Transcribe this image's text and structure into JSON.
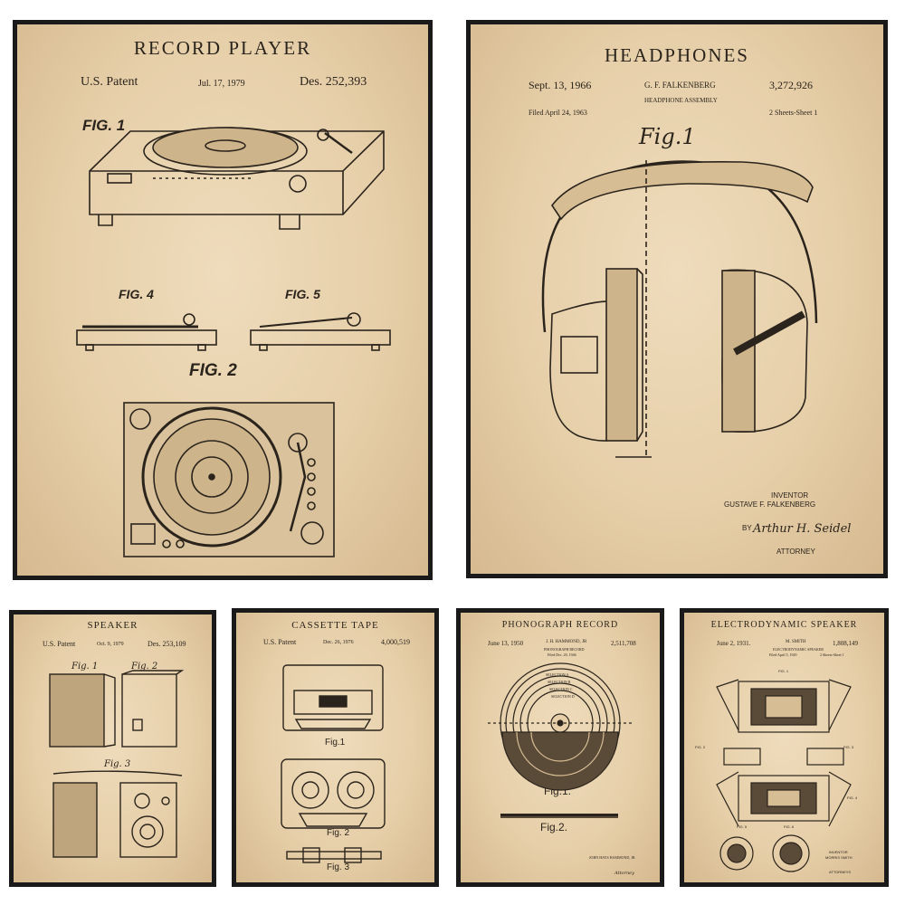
{
  "posters": {
    "record_player": {
      "title": "RECORD PLAYER",
      "patent_label": "U.S. Patent",
      "date": "Jul. 17, 1979",
      "number": "Des. 252,393",
      "fig1": "FIG. 1",
      "fig2": "FIG. 2",
      "fig4": "FIG. 4",
      "fig5": "FIG. 5"
    },
    "headphones": {
      "title": "HEADPHONES",
      "date": "Sept. 13, 1966",
      "inventor_line": "G. F. FALKENBERG",
      "number": "3,272,926",
      "subtitle": "HEADPHONE ASSEMBLY",
      "filed": "Filed April 24, 1963",
      "sheets": "2 Sheets-Sheet 1",
      "fig1": "Fig.1",
      "inventor_label": "INVENTOR",
      "inventor_name": "GUSTAVE F. FALKENBERG",
      "by": "BY",
      "signature": "Arthur H. Seidel",
      "attorney": "ATTORNEY"
    },
    "speaker": {
      "title": "SPEAKER",
      "patent_label": "U.S. Patent",
      "date": "Oct. 9, 1979",
      "number": "Des. 253,109",
      "fig1": "Fig. 1",
      "fig2": "Fig. 2",
      "fig3": "Fig. 3"
    },
    "cassette": {
      "title": "CASSETTE TAPE",
      "patent_label": "U.S. Patent",
      "date": "Dec. 26, 1976",
      "number": "4,000,519",
      "fig1": "Fig.1",
      "fig2": "Fig. 2",
      "fig3": "Fig. 3"
    },
    "phonograph": {
      "title": "PHONOGRAPH RECORD",
      "date": "June 13, 1950",
      "inventor_line": "J. H. HAMMOND, JR",
      "number": "2,511,708",
      "subtitle": "PHONOGRAPH RECORD",
      "filed": "Filed Dec. 20, 1946",
      "selections": [
        "SELECTION A",
        "SELECTION B",
        "SELECTION C",
        "SELECTION D"
      ],
      "fig1": "Fig.1.",
      "fig2": "Fig.2.",
      "inventor_footer": "JOHN HAYS HAMMOND, JR.",
      "attorney": "Attorney"
    },
    "electrodynamic": {
      "title": "ELECTRODYNAMIC SPEAKER",
      "date": "June 2, 1931.",
      "inventor_line": "M. SMITH",
      "number": "1,808,149",
      "subtitle": "ELECTRODYNAMIC SPEAKER",
      "filed": "Filed April 5, 1929",
      "sheets": "2 Sheets-Sheet 1",
      "fig1": "FIG. 1",
      "fig2": "FIG. 2",
      "fig3": "FIG. 3",
      "fig4": "FIG. 4",
      "fig5": "FIG. 5",
      "fig6": "FIG. 6",
      "inventor_label": "INVENTOR",
      "inventor_name": "MORRIS SMITH",
      "attorneys": "ATTORNEYS"
    }
  }
}
